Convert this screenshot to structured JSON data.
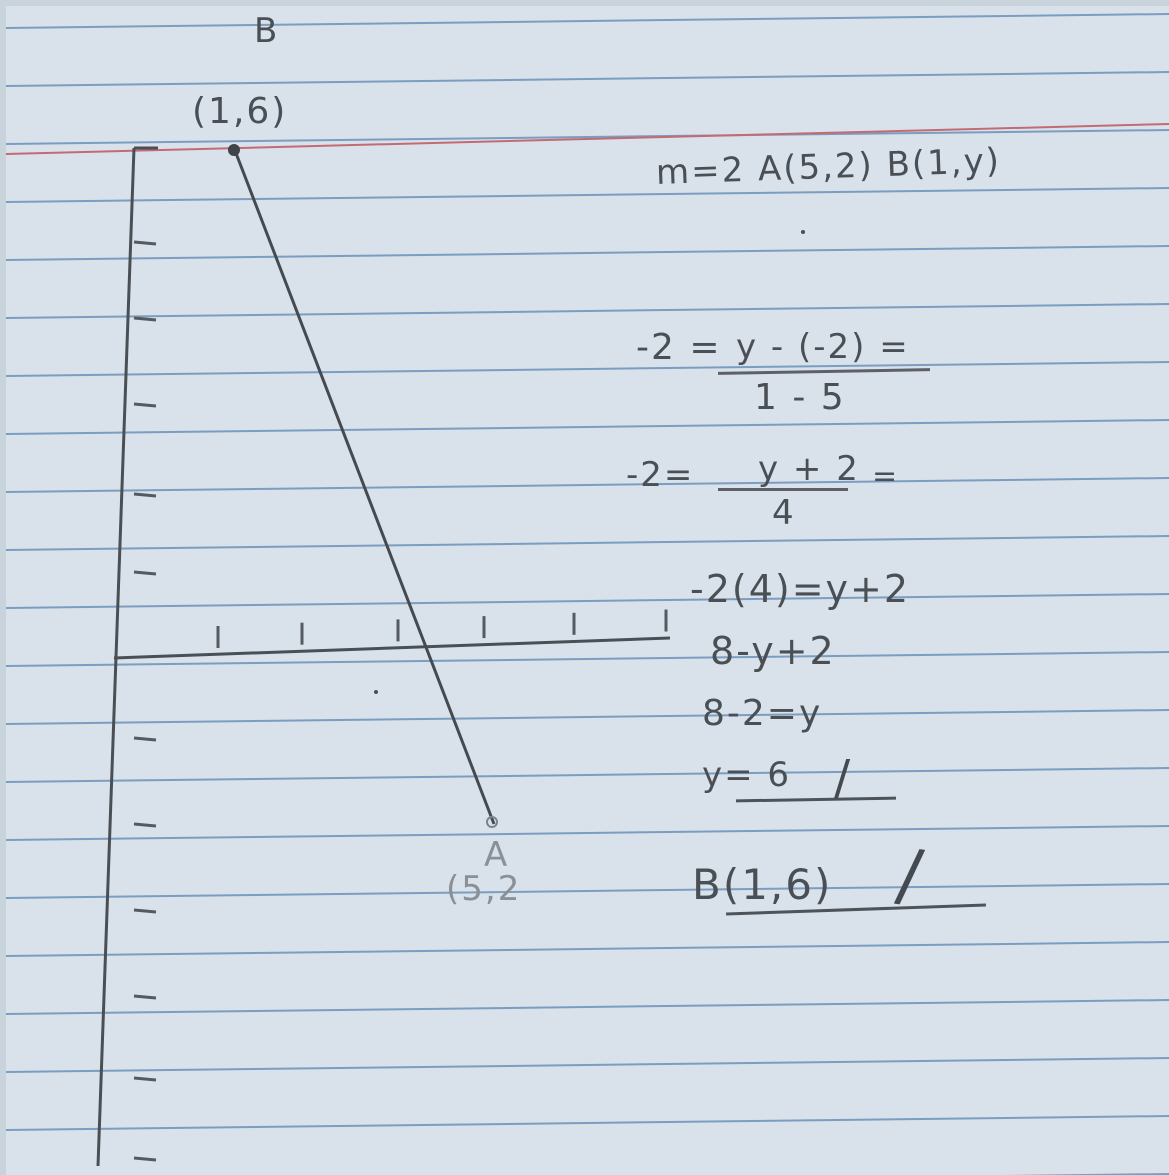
{
  "point_b": {
    "letter": "B",
    "coords": "(1,6)"
  },
  "point_a": {
    "letter": "A",
    "coords": "(5,2"
  },
  "given": "m=2  A(5,2) B(1,y)",
  "work": {
    "step1_lhs": "-2 =",
    "step1_num": "y - (-2) =",
    "step1_den": "1 - 5",
    "step2_lhs": "-2=",
    "step2_num": "y + 2",
    "step2_den": "4",
    "step2_tail": "=",
    "step3": "-2(4)=y+2",
    "step4": "8-y+2",
    "step5": "8-2=y",
    "step6": "y= 6",
    "answer": "B(1,6)",
    "check_mark": "/"
  }
}
